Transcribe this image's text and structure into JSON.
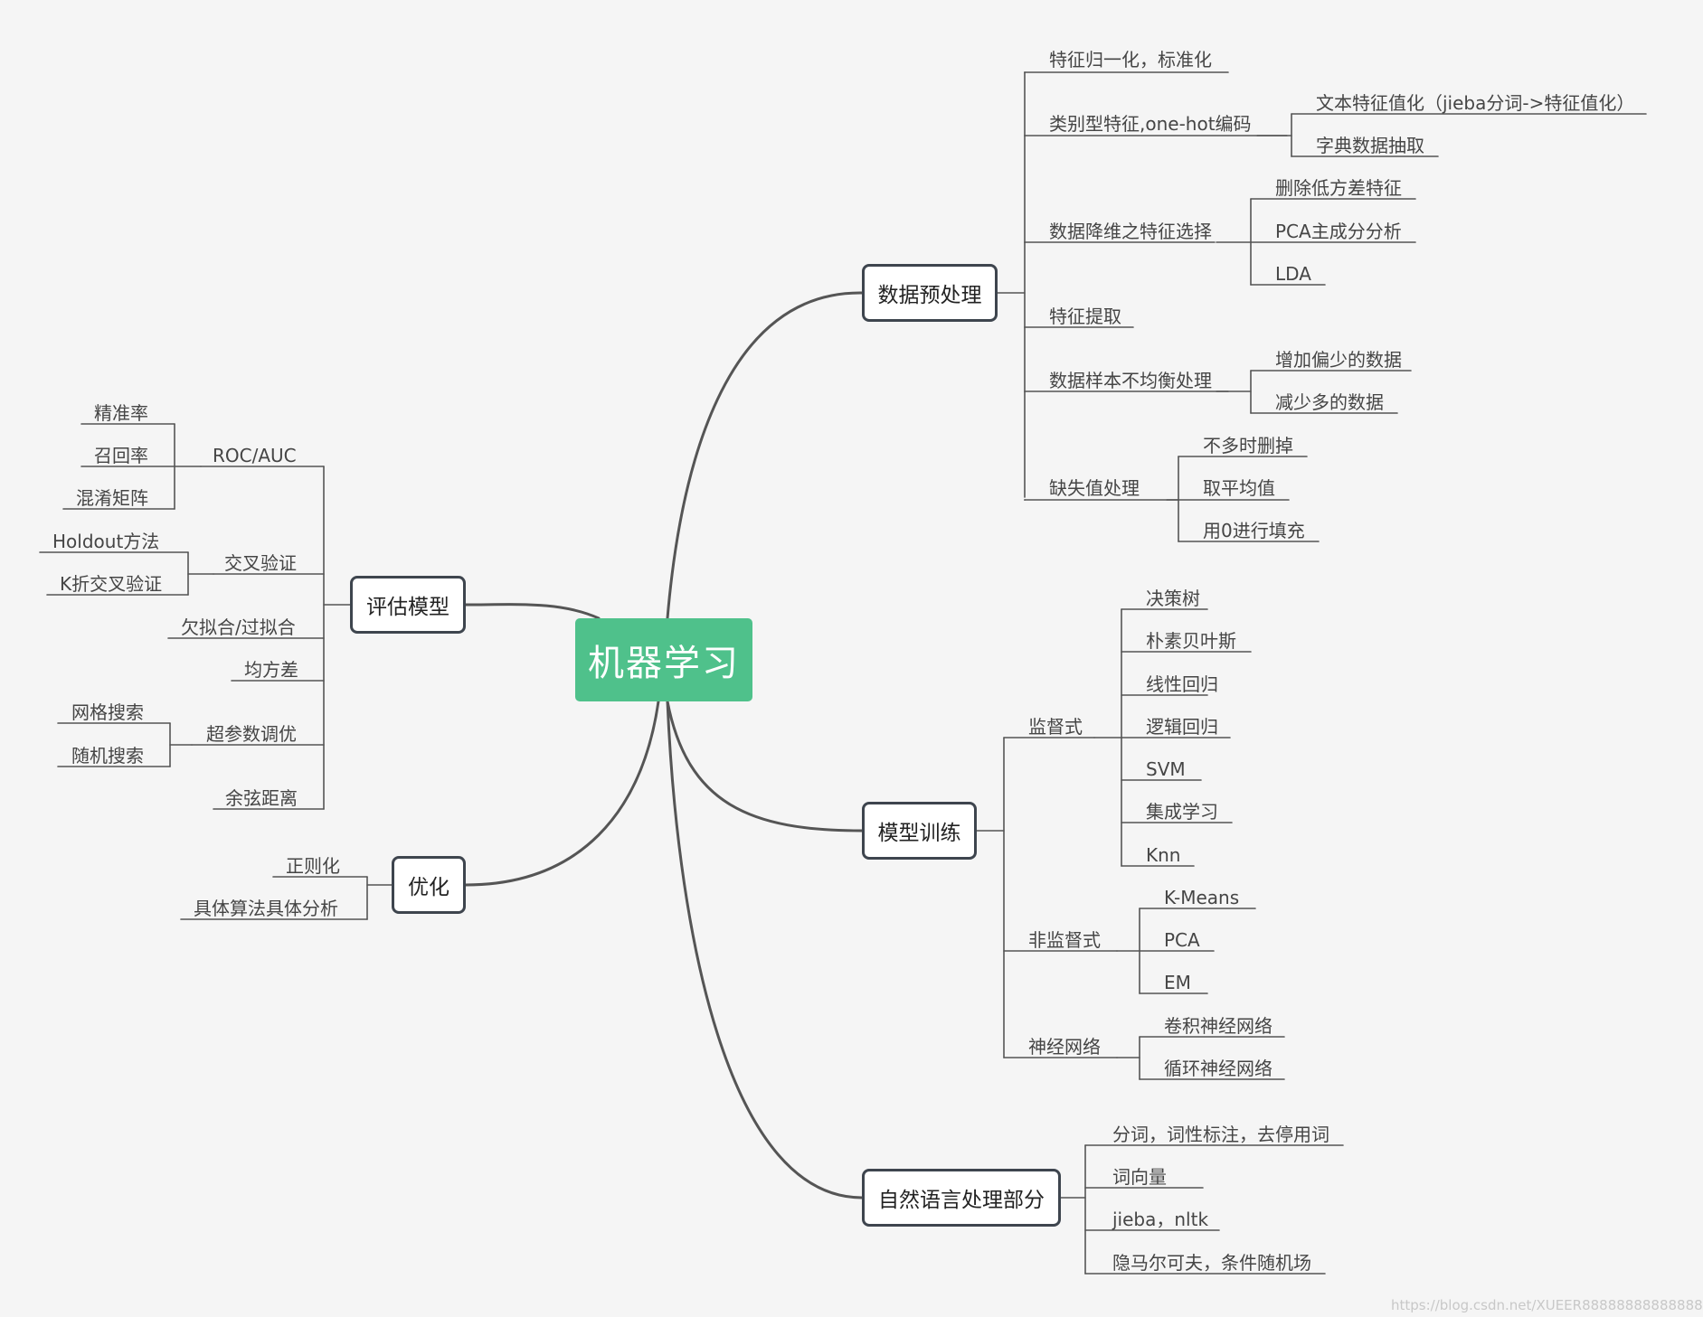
{
  "root": "机器学习",
  "colors": {
    "background": "#f5f5f5",
    "root_fill": "#4fc18b",
    "node_border": "#3e454e",
    "line": "#555555"
  },
  "branches": {
    "preprocess": {
      "label": "数据预处理",
      "items": [
        {
          "label": "特征归一化，标准化",
          "children": []
        },
        {
          "label": "类别型特征,one-hot编码",
          "children": [
            "文本特征值化（jieba分词->特征值化）",
            "字典数据抽取"
          ]
        },
        {
          "label": "数据降维之特征选择",
          "children": [
            "删除低方差特征",
            "PCA主成分分析",
            "LDA"
          ]
        },
        {
          "label": "特征提取",
          "children": []
        },
        {
          "label": "数据样本不均衡处理",
          "children": [
            "增加偏少的数据",
            "减少多的数据"
          ]
        },
        {
          "label": "缺失值处理",
          "children": [
            "不多时删掉",
            "取平均值",
            "用0进行填充"
          ]
        }
      ]
    },
    "training": {
      "label": "模型训练",
      "items": [
        {
          "label": "监督式",
          "children": [
            "决策树",
            "朴素贝叶斯",
            "线性回归",
            "逻辑回归",
            "SVM",
            "集成学习",
            "Knn"
          ]
        },
        {
          "label": "非监督式",
          "children": [
            "K-Means",
            "PCA",
            "EM"
          ]
        },
        {
          "label": "神经网络",
          "children": [
            "卷积神经网络",
            "循环神经网络"
          ]
        }
      ]
    },
    "nlp": {
      "label": "自然语言处理部分",
      "items": [
        "分词，词性标注，去停用词",
        "词向量",
        "jieba，nltk",
        "隐马尔可夫，条件随机场"
      ]
    },
    "evaluation": {
      "label": "评估模型",
      "items": [
        {
          "label": "ROC/AUC",
          "children": [
            "精准率",
            "召回率",
            "混淆矩阵"
          ]
        },
        {
          "label": "交叉验证",
          "children": [
            "Holdout方法",
            "K折交叉验证"
          ]
        },
        {
          "label": "欠拟合/过拟合",
          "children": []
        },
        {
          "label": "均方差",
          "children": []
        },
        {
          "label": "超参数调优",
          "children": [
            "网格搜索",
            "随机搜索"
          ]
        },
        {
          "label": "余弦距离",
          "children": []
        }
      ]
    },
    "optimization": {
      "label": "优化",
      "items": [
        "正则化",
        "具体算法具体分析"
      ]
    }
  },
  "watermark": "https://blog.csdn.net/XUEER88888888888888"
}
